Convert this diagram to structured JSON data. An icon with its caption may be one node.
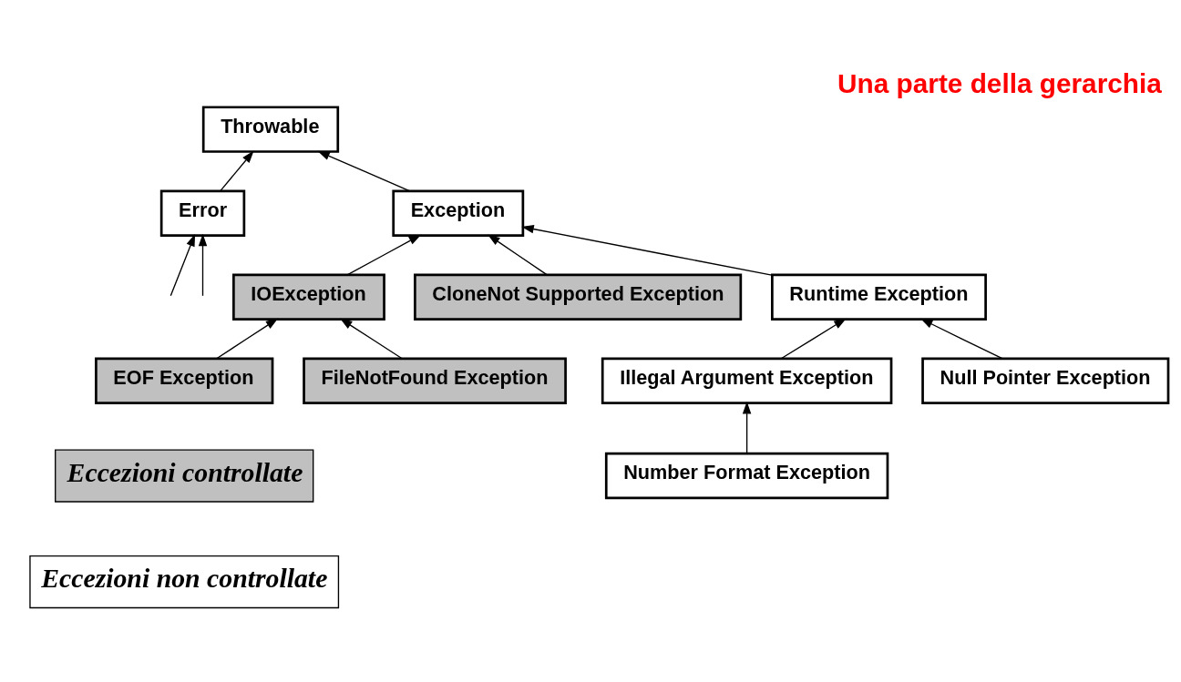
{
  "diagram": {
    "title": "Una parte della gerarchia",
    "nodes": [
      {
        "text": [
          "Throwable"
        ]
      },
      {
        "text": [
          "Error"
        ]
      },
      {
        "text": [
          "Exception"
        ]
      },
      {
        "text": [
          "IOException"
        ]
      },
      {
        "text": [
          "CloneNot Supported Exception"
        ]
      },
      {
        "text": [
          "Runtime Exception"
        ]
      },
      {
        "text": [
          "EOF Exception"
        ]
      },
      {
        "text": [
          "FileNotFound Exception"
        ]
      },
      {
        "text": [
          "Illegal Argument Exception"
        ]
      },
      {
        "text": [
          "Null Pointer Exception"
        ]
      },
      {
        "text": [
          "Number Format Exception"
        ]
      }
    ],
    "edges": [
      {
        "from": 1,
        "to": 0,
        "arrow": "to"
      },
      {
        "from": 2,
        "to": 0,
        "arrow": "to"
      },
      {
        "from": null,
        "to": 1,
        "arrow": "to"
      },
      {
        "from": null,
        "to": 1,
        "arrow": "to"
      },
      {
        "from": 3,
        "to": 2,
        "arrow": "to"
      },
      {
        "from": 4,
        "to": 2,
        "arrow": "to"
      },
      {
        "from": 5,
        "to": 2,
        "arrow": "to"
      },
      {
        "from": 6,
        "to": 3,
        "arrow": "to"
      },
      {
        "from": 7,
        "to": 3,
        "arrow": "to"
      },
      {
        "from": 8,
        "to": 5,
        "arrow": "to"
      },
      {
        "from": 9,
        "to": 5,
        "arrow": "to"
      },
      {
        "from": 10,
        "to": 8,
        "arrow": "to"
      }
    ],
    "legend": [
      {
        "text": "Eccezioni controllate",
        "color": "#c0c0c0"
      },
      {
        "text": "Eccezioni non controllate",
        "color": "#ffffff"
      }
    ]
  }
}
